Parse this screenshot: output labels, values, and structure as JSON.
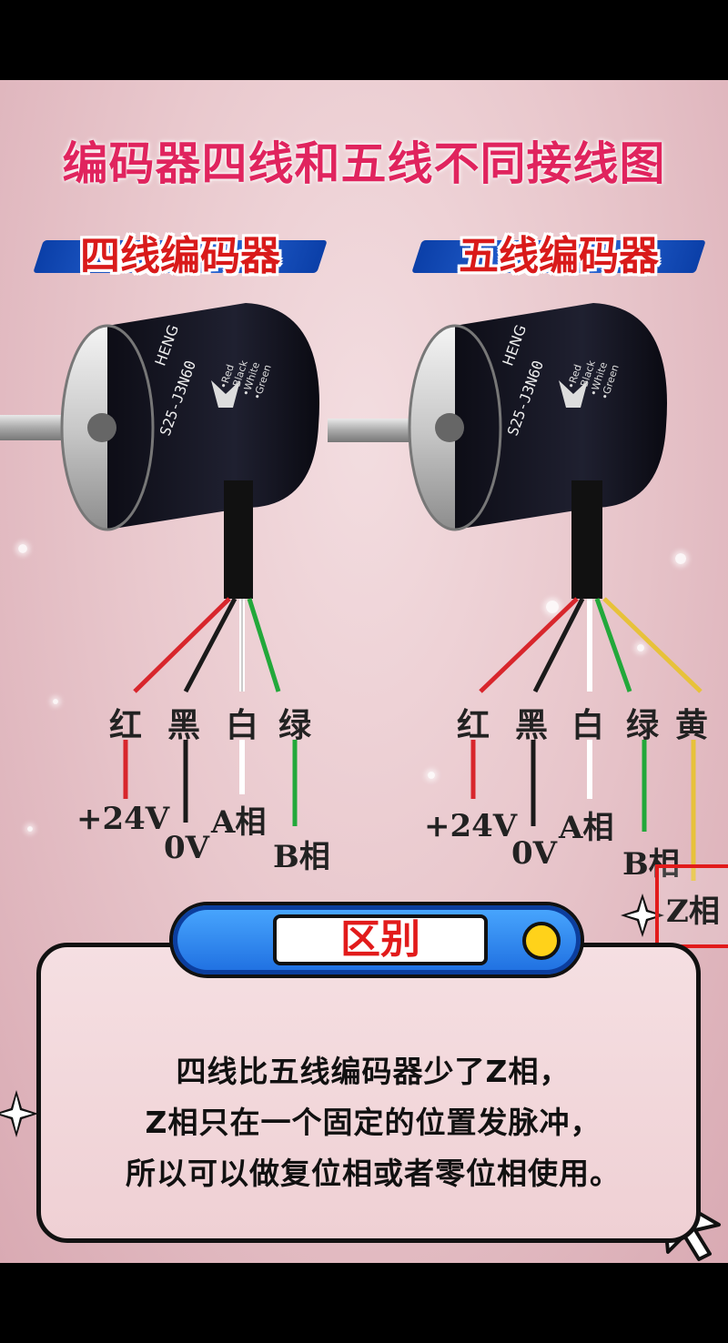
{
  "title": "编码器四线和五线不同接线图",
  "left_encoder": {
    "banner": "四线编码器",
    "wires": [
      {
        "color_name": "红",
        "color": "#d8262c",
        "function": "+24V"
      },
      {
        "color_name": "黑",
        "color": "#1a1a1a",
        "function": "0V"
      },
      {
        "color_name": "白",
        "color": "#ffffff",
        "function": "A相"
      },
      {
        "color_name": "绿",
        "color": "#22a83a",
        "function": "B相"
      }
    ]
  },
  "right_encoder": {
    "banner": "五线编码器",
    "wires": [
      {
        "color_name": "红",
        "color": "#d8262c",
        "function": "+24V"
      },
      {
        "color_name": "黑",
        "color": "#1a1a1a",
        "function": "0V"
      },
      {
        "color_name": "白",
        "color": "#ffffff",
        "function": "A相"
      },
      {
        "color_name": "绿",
        "color": "#22a83a",
        "function": "B相"
      },
      {
        "color_name": "黄",
        "color": "#e7c23a",
        "function": "Z相"
      }
    ]
  },
  "difference": {
    "heading": "区别",
    "lines": [
      "四线比五线编码器少了Z相，",
      "Z相只在一个固定的位置发脉冲，",
      "所以可以做复位相或者零位相使用。"
    ]
  },
  "encoder_label": {
    "brand": "HENG",
    "model": "S25-J3N60",
    "wire_legend": [
      "•Red",
      "•Black",
      "•White",
      "•Green"
    ]
  },
  "colors": {
    "title": "#e0245e",
    "banner_text": "#d91a1a",
    "banner_stripe": "#1f5fd0",
    "pill": "#2f86ee",
    "z_box": "#e21b1b"
  }
}
